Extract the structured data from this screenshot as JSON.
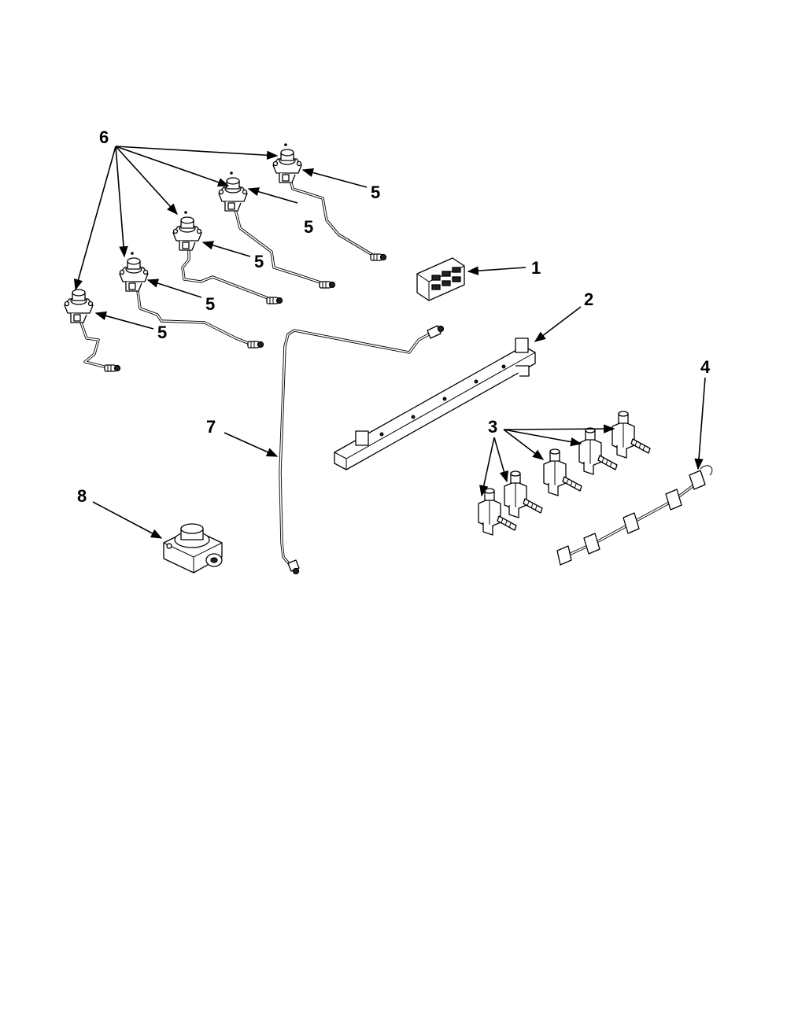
{
  "diagram": {
    "callouts": {
      "c1": "1",
      "c2": "2",
      "c3": "3",
      "c4": "4",
      "c5a": "5",
      "c5b": "5",
      "c5c": "5",
      "c5d": "5",
      "c5e": "5",
      "c6": "6",
      "c7": "7",
      "c8": "8"
    }
  }
}
